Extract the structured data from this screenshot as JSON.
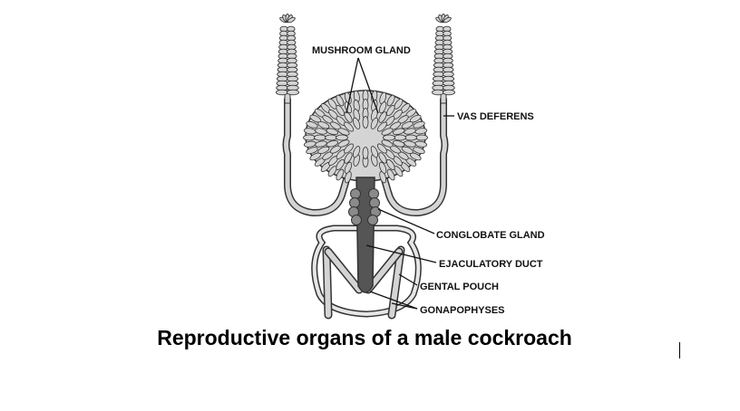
{
  "labels": {
    "mushroom_gland": "MUSHROOM GLAND",
    "vas_deferens": "VAS DEFERENS",
    "conglobate_gland": "CONGLOBATE GLAND",
    "ejaculatory_duct": "EJACULATORY DUCT",
    "gental_pouch": "GENTAL POUCH",
    "gonapophyses": "GONAPOPHYSES"
  },
  "caption": "Reproductive organs of a male cockroach",
  "colors": {
    "tissue_light": "#d4d4d4",
    "tissue_mid": "#8a8a8a",
    "tissue_dark": "#555555",
    "outline": "#333333"
  }
}
